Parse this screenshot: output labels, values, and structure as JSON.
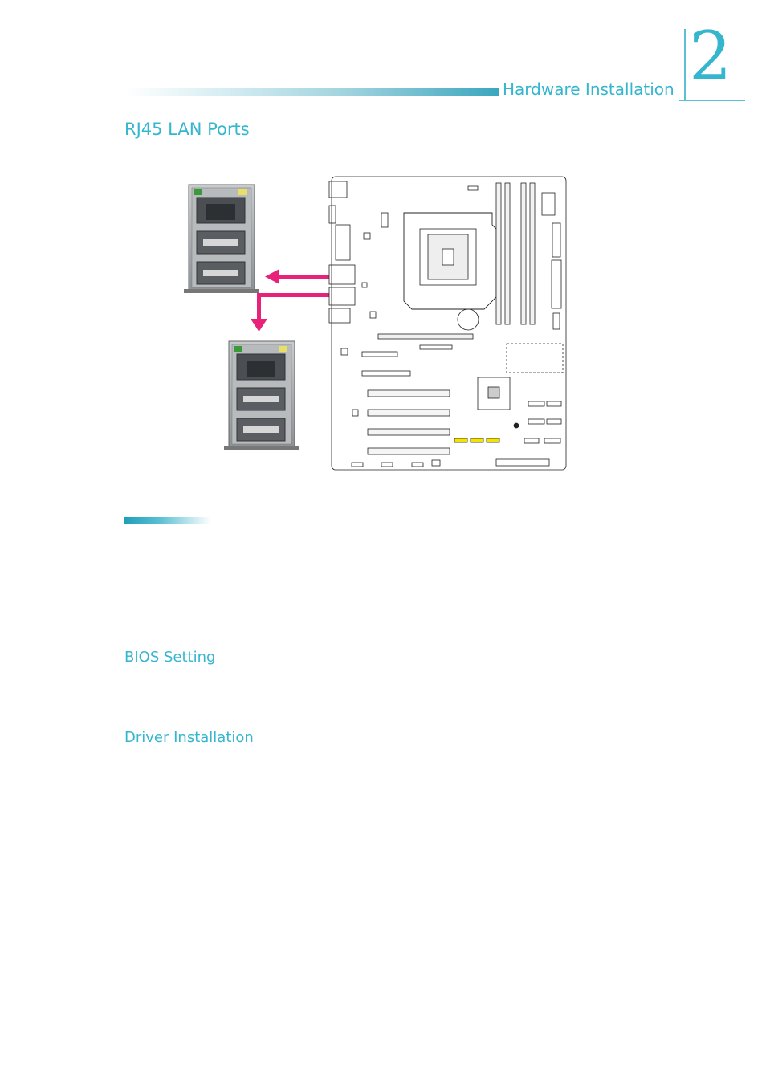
{
  "header": {
    "section": "Hardware Installation",
    "chapter_number": "2"
  },
  "page_title": "RJ45 LAN Ports",
  "subsections": {
    "bios": "BIOS Setting",
    "driver": "Driver Installation"
  },
  "colors": {
    "accent": "#35b6cf",
    "arrow": "#e8217a"
  },
  "figure": {
    "icons": [
      "rj45-usb-port-stack-icon",
      "motherboard-layout-icon",
      "arrow-icon"
    ]
  }
}
